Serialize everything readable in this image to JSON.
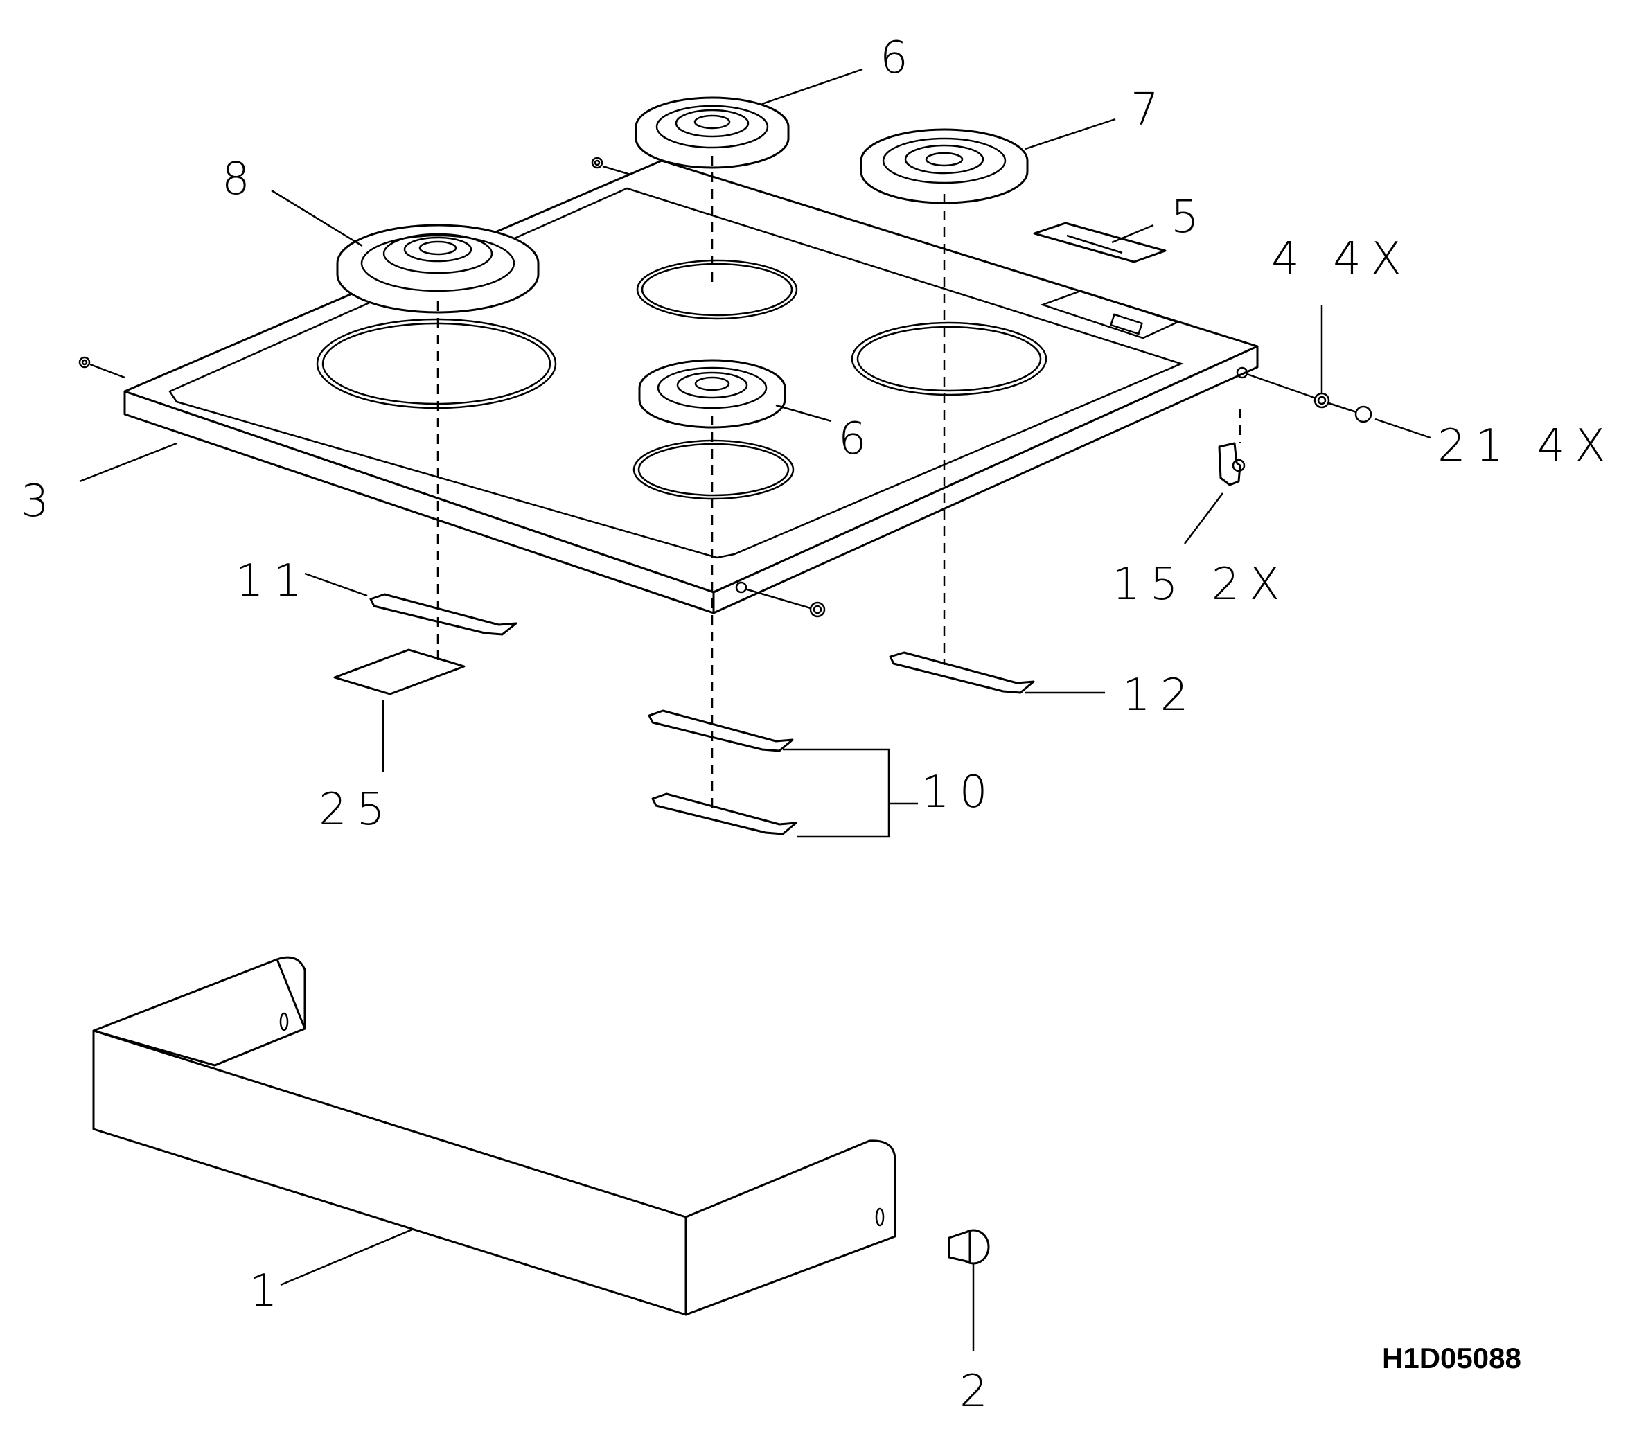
{
  "diagram_code": "H1D05088",
  "callouts": [
    {
      "id": "c6a",
      "text": "6"
    },
    {
      "id": "c7",
      "text": "7"
    },
    {
      "id": "c8",
      "text": "8"
    },
    {
      "id": "c5",
      "text": "5"
    },
    {
      "id": "c4",
      "text": "4 4X"
    },
    {
      "id": "c21",
      "text": "21 4X"
    },
    {
      "id": "c6b",
      "text": "6"
    },
    {
      "id": "c3",
      "text": "3"
    },
    {
      "id": "c11",
      "text": "11"
    },
    {
      "id": "c15",
      "text": "15 2X"
    },
    {
      "id": "c12",
      "text": "12"
    },
    {
      "id": "c25",
      "text": "25"
    },
    {
      "id": "c10",
      "text": "10"
    },
    {
      "id": "c1",
      "text": "1"
    },
    {
      "id": "c2",
      "text": "2"
    }
  ]
}
